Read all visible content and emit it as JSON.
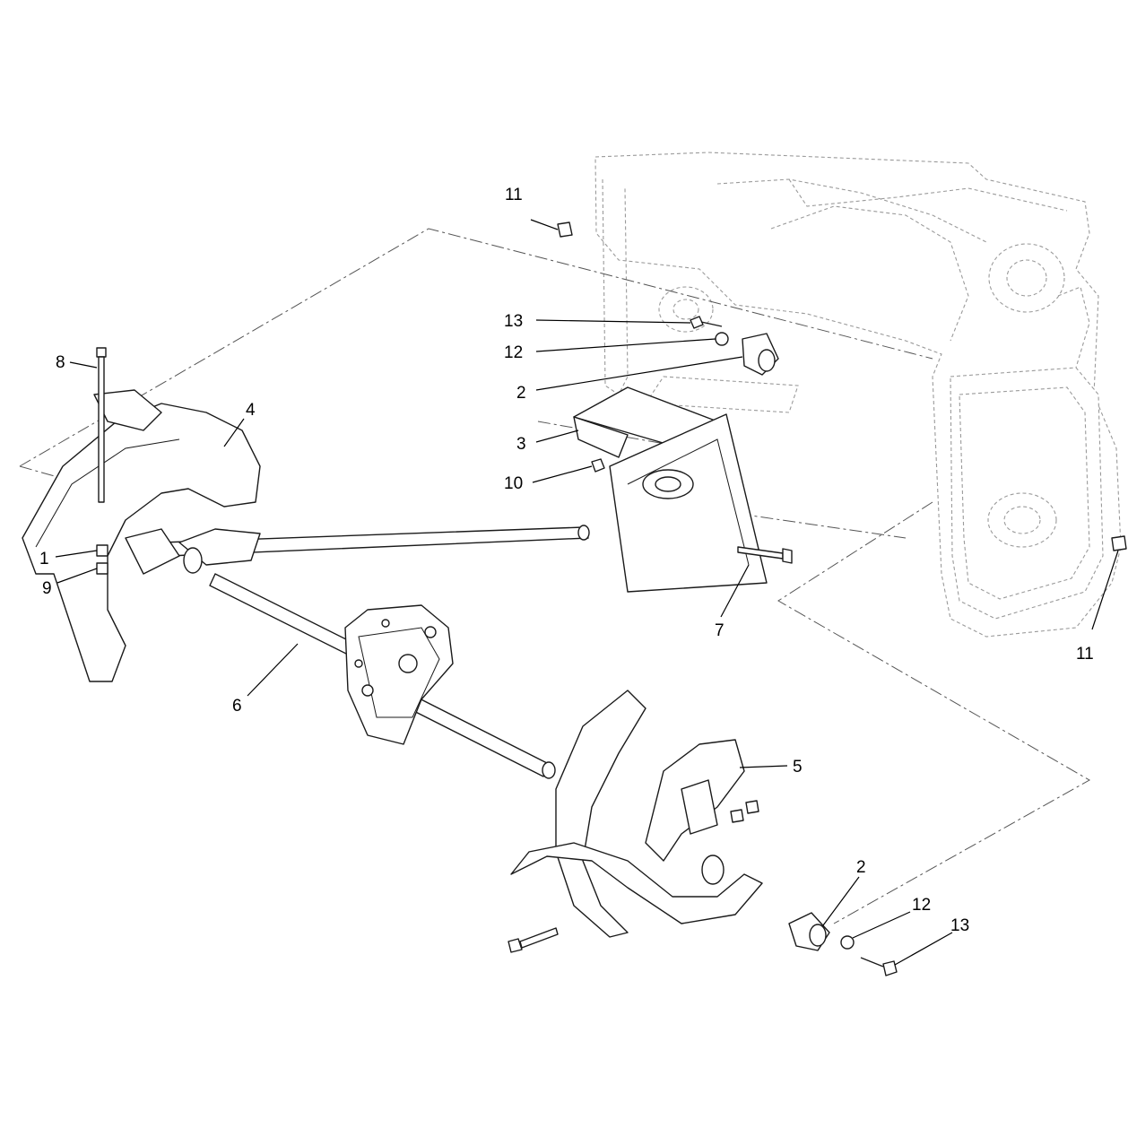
{
  "diagram": {
    "callouts": [
      {
        "label": "1"
      },
      {
        "label": "2"
      },
      {
        "label": "2"
      },
      {
        "label": "3"
      },
      {
        "label": "4"
      },
      {
        "label": "5"
      },
      {
        "label": "6"
      },
      {
        "label": "7"
      },
      {
        "label": "8"
      },
      {
        "label": "9"
      },
      {
        "label": "10"
      },
      {
        "label": "11"
      },
      {
        "label": "11"
      },
      {
        "label": "12"
      },
      {
        "label": "12"
      },
      {
        "label": "13"
      },
      {
        "label": "13"
      }
    ]
  }
}
